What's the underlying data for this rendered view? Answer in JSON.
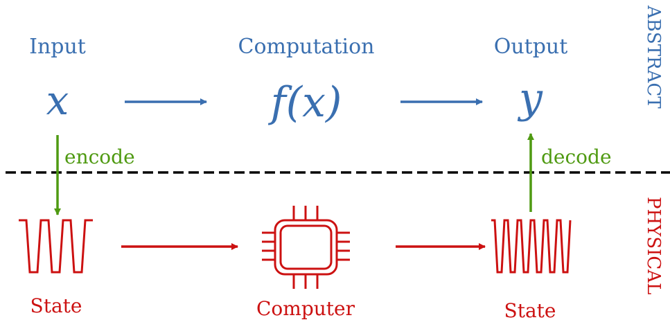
{
  "abstract": {
    "input_label": "Input",
    "computation_label": "Computation",
    "output_label": "Output",
    "input_symbol": "x",
    "computation_symbol": "f(x)",
    "output_symbol": "y",
    "side_label": "ABSTRACT"
  },
  "physical": {
    "state_in_label": "State",
    "computer_label": "Computer",
    "state_out_label": "State",
    "side_label": "PHYSICAL"
  },
  "mapping": {
    "encode_label": "encode",
    "decode_label": "decode"
  },
  "colors": {
    "abstract": "#3a6fb0",
    "physical": "#cc1111",
    "mapping": "#4f9a12",
    "divider": "#000000"
  }
}
